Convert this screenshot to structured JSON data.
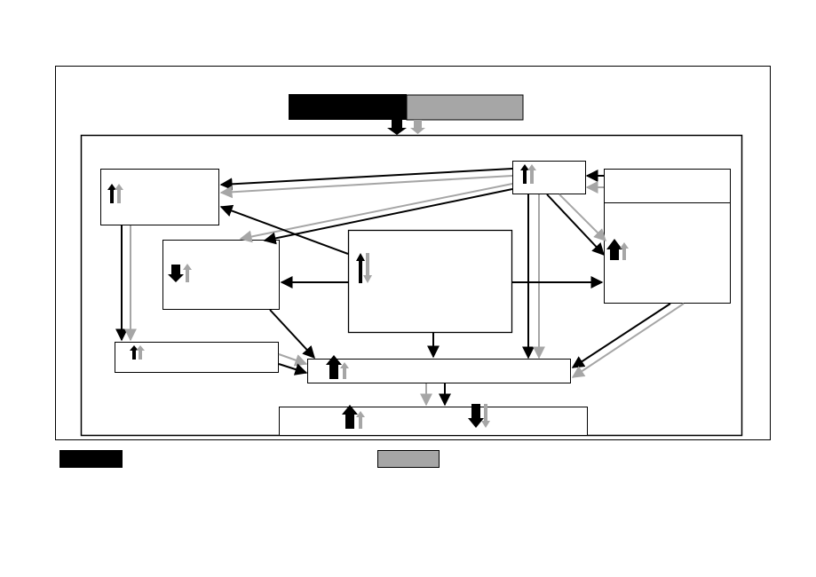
{
  "colors": {
    "primary": "#000000",
    "secondary": "#a6a6a6",
    "background": "#ffffff",
    "border": "#000000"
  },
  "header_bar": {
    "left_color": "#000000",
    "right_color": "#a6a6a6"
  },
  "legend": [
    {
      "swatch_color": "#000000",
      "label": ""
    },
    {
      "swatch_color": "#a6a6a6",
      "label": ""
    }
  ],
  "nodes": [
    {
      "id": "top-left",
      "label": "",
      "indicator": {
        "black": "up-small",
        "gray": "up-small"
      }
    },
    {
      "id": "top-center",
      "label": "",
      "indicator": {
        "black": "up-small",
        "gray": "up-small"
      }
    },
    {
      "id": "right-box",
      "label": "",
      "indicator": {
        "black": "up-large",
        "gray": "up-small"
      }
    },
    {
      "id": "mid-left",
      "label": "",
      "indicator": {
        "black": "down-large",
        "gray": "up-small"
      }
    },
    {
      "id": "center",
      "label": "",
      "indicator": {
        "black": "up-thin-long",
        "gray": "down-thin-long"
      }
    },
    {
      "id": "lower-left",
      "label": "",
      "indicator": {
        "black": "up-small",
        "gray": "up-small"
      }
    },
    {
      "id": "bottom-wide",
      "label": "",
      "indicator": {
        "black": "up-large",
        "gray": "up-small"
      }
    },
    {
      "id": "output",
      "label": "",
      "indicator": {
        "black": "up-large",
        "gray": "up-small"
      },
      "indicator2": {
        "black": "down-large",
        "gray": "down-thin"
      }
    }
  ]
}
